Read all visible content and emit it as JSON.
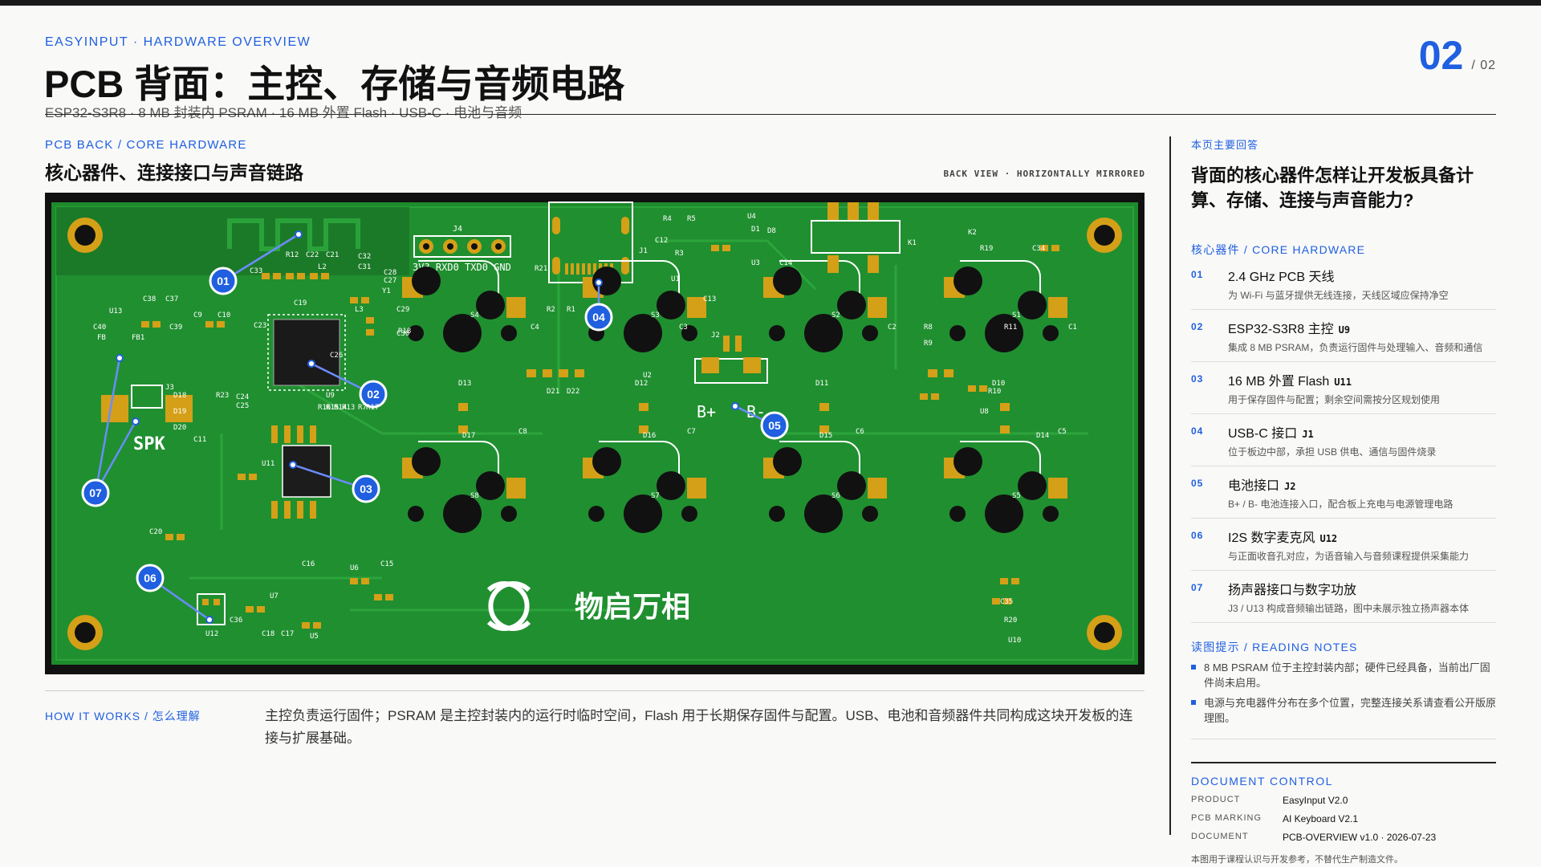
{
  "header": {
    "kicker": "EASYINPUT · HARDWARE OVERVIEW",
    "title": "PCB 背面：主控、存储与音频电路",
    "subtitle": "ESP32-S3R8 · 8 MB 封装内 PSRAM · 16 MB 外置 Flash · USB-C · 电池与音频",
    "page_current": "02",
    "page_total": "/ 02"
  },
  "section": {
    "kicker": "PCB BACK / CORE HARDWARE",
    "title": "核心器件、连接接口与声音链路",
    "view_tag": "BACK VIEW · HORIZONTALLY MIRRORED"
  },
  "pcb": {
    "header_pins": "3V3 RXD0 TXD0 GND",
    "header_ref": "J4",
    "battery_plus": "B+",
    "battery_minus": "B-",
    "speaker_label": "SPK",
    "logo_text": "物启万相",
    "callouts": [
      "01",
      "02",
      "03",
      "04",
      "05",
      "06",
      "07"
    ],
    "refs": [
      "J1",
      "J2",
      "J3",
      "U1",
      "U2",
      "U3",
      "U4",
      "U5",
      "U6",
      "U7",
      "U8",
      "U9",
      "U10",
      "U11",
      "U12",
      "U13",
      "K1",
      "K2",
      "S1",
      "S2",
      "S3",
      "S4",
      "S5",
      "S6",
      "S7",
      "S8",
      "FB",
      "FB1",
      "L2",
      "L3",
      "Y1",
      "R1",
      "R2",
      "R3",
      "R4",
      "R5",
      "R7",
      "R8",
      "R9",
      "R10",
      "R11",
      "R12",
      "R13",
      "R14",
      "R15",
      "R16",
      "R17",
      "R18",
      "R19",
      "R20",
      "R21",
      "R23",
      "C1",
      "C2",
      "C3",
      "C4",
      "C5",
      "C6",
      "C7",
      "C8",
      "C9",
      "C10",
      "C11",
      "C12",
      "C13",
      "C14",
      "C15",
      "C16",
      "C17",
      "C18",
      "C19",
      "C20",
      "C21",
      "C22",
      "C23",
      "C24",
      "C25",
      "C26",
      "C27",
      "C28",
      "C29",
      "C30",
      "C31",
      "C32",
      "C33",
      "C34",
      "C35",
      "C36",
      "C37",
      "C38",
      "C39",
      "C40",
      "D1",
      "D8",
      "D10",
      "D11",
      "D12",
      "D13",
      "D14",
      "D15",
      "D16",
      "D17",
      "D18",
      "D19",
      "D20",
      "D21",
      "D22"
    ]
  },
  "how": {
    "kicker": "HOW IT WORKS / 怎么理解",
    "text": "主控负责运行固件；PSRAM 是主控封装内的运行时临时空间，Flash 用于长期保存固件与配置。USB、电池和音频器件共同构成这块开发板的连接与扩展基础。"
  },
  "side": {
    "kicker": "本页主要回答",
    "question": "背面的核心器件怎样让开发板具备计算、存储、连接与声音能力?",
    "list_kicker": "核心器件 / CORE HARDWARE",
    "items": [
      {
        "num": "01",
        "title": "2.4 GHz PCB 天线",
        "code": "",
        "desc": "为 Wi-Fi 与蓝牙提供无线连接，天线区域应保持净空"
      },
      {
        "num": "02",
        "title": "ESP32-S3R8 主控",
        "code": "U9",
        "desc": "集成 8 MB PSRAM，负责运行固件与处理输入、音频和通信"
      },
      {
        "num": "03",
        "title": "16 MB 外置 Flash",
        "code": "U11",
        "desc": "用于保存固件与配置；剩余空间需按分区规划使用"
      },
      {
        "num": "04",
        "title": "USB-C 接口",
        "code": "J1",
        "desc": "位于板边中部，承担 USB 供电、通信与固件烧录"
      },
      {
        "num": "05",
        "title": "电池接口",
        "code": "J2",
        "desc": "B+ / B- 电池连接入口，配合板上充电与电源管理电路"
      },
      {
        "num": "06",
        "title": "I2S 数字麦克风",
        "code": "U12",
        "desc": "与正面收音孔对应，为语音输入与音频课程提供采集能力"
      },
      {
        "num": "07",
        "title": "扬声器接口与数字功放",
        "code": "",
        "desc": "J3 / U13 构成音频输出链路，图中未展示独立扬声器本体"
      }
    ],
    "notes_kicker": "读图提示 / READING NOTES",
    "notes": [
      "8 MB PSRAM 位于主控封装内部；硬件已经具备，当前出厂固件尚未启用。",
      "电源与充电器件分布在多个位置，完整连接关系请查看公开版原理图。"
    ],
    "doc_title": "DOCUMENT CONTROL",
    "doc_rows": [
      {
        "label": "PRODUCT",
        "value": "EasyInput V2.0"
      },
      {
        "label": "PCB MARKING",
        "value": "AI Keyboard V2.1"
      },
      {
        "label": "DOCUMENT",
        "value": "PCB-OVERVIEW v1.0 · 2026-07-23"
      }
    ],
    "fine_print": "本图用于课程认识与开发参考，不替代生产制造文件。"
  },
  "colors": {
    "accent": "#1f5fe0",
    "pcb_green": "#1e8a2e",
    "pad_gold": "#d4a017"
  }
}
